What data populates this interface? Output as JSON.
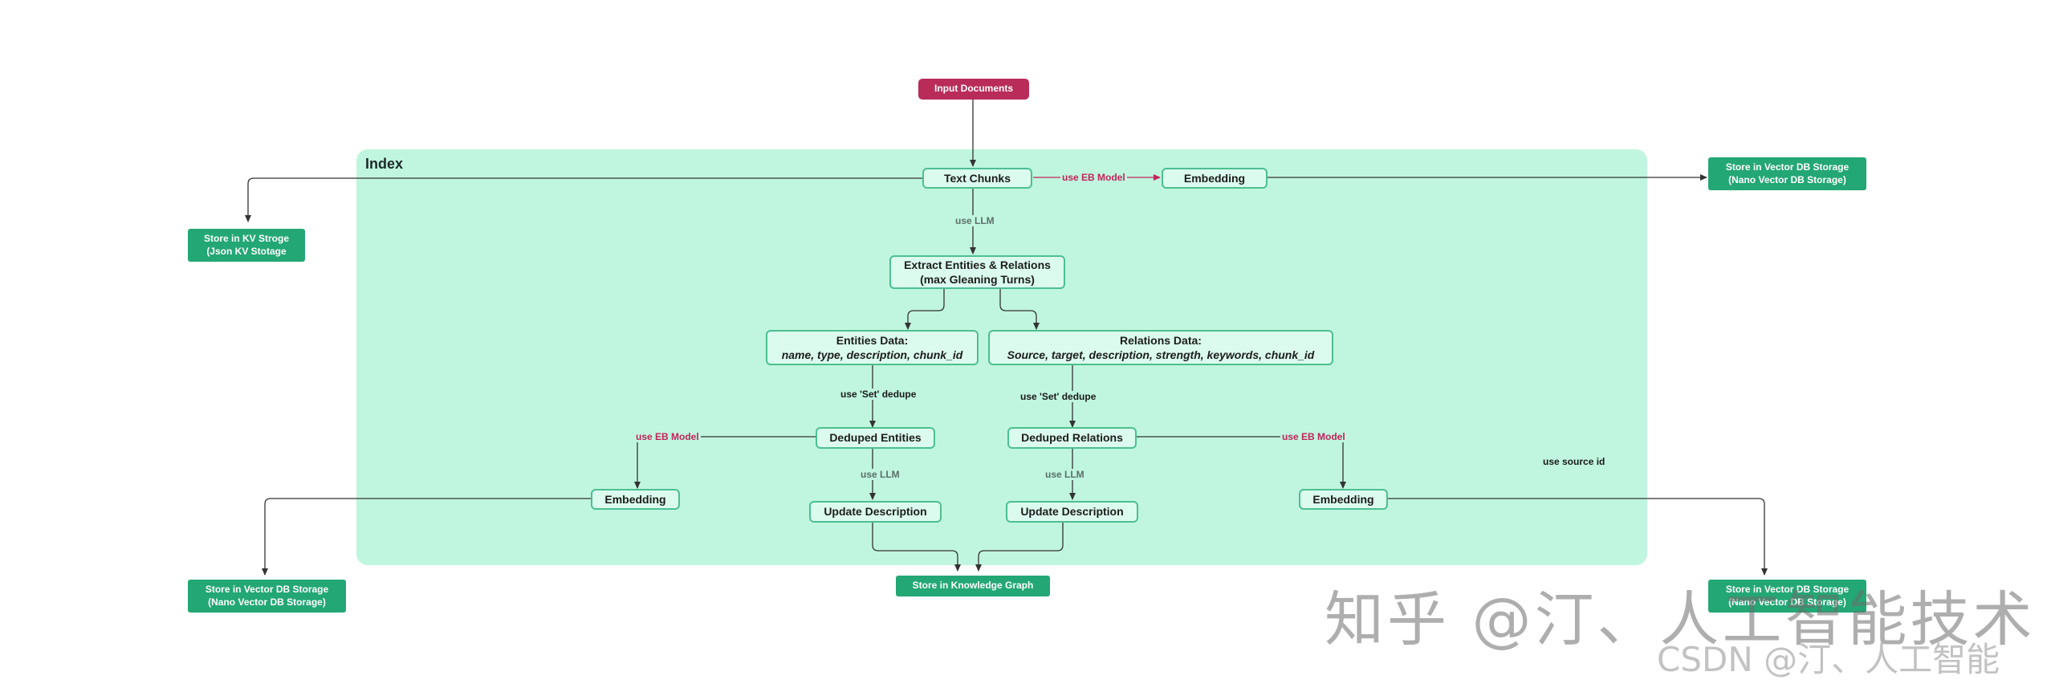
{
  "region": {
    "title": "Index"
  },
  "nodes": {
    "input_documents": "Input Documents",
    "text_chunks": "Text Chunks",
    "embedding_top": "Embedding",
    "store_vector_top": [
      "Store in Vector DB Storage",
      "(Nano Vector DB Storage)"
    ],
    "store_kv": [
      "Store in KV Stroge",
      "(Json KV Stotage"
    ],
    "extract": [
      "Extract Entities & Relations",
      "(max Gleaning Turns)"
    ],
    "entities_data": {
      "title": "Entities Data:",
      "fields": "name, type, description, chunk_id"
    },
    "relations_data": {
      "title": "Relations Data:",
      "fields": "Source, target, description, strength, keywords, chunk_id"
    },
    "deduped_entities": "Deduped Entities",
    "deduped_relations": "Deduped Relations",
    "embedding_left": "Embedding",
    "embedding_right": "Embedding",
    "update_desc_left": "Update Description",
    "update_desc_right": "Update Description",
    "store_vector_left": [
      "Store in Vector DB Storage",
      "(Nano Vector DB Storage)"
    ],
    "store_graph": "Store in Knowledge Graph",
    "store_vector_right": [
      "Store in Vector DB Storage",
      "(Nano Vector DB Storage)"
    ]
  },
  "edge_labels": {
    "use_eb_model_top": "use EB Model",
    "use_llm_1": "use LLM",
    "set_dedupe_left": "use 'Set' dedupe",
    "set_dedupe_right": "use 'Set' dedupe",
    "use_eb_model_left": "use EB Model",
    "use_eb_model_right": "use EB Model",
    "use_llm_left": "use LLM",
    "use_llm_right": "use LLM",
    "use_source_id": "use source id"
  },
  "watermark": {
    "line1": "知乎 @汀、人工智能技术",
    "line2": "CSDN @汀、人工智能"
  },
  "colors": {
    "region_fill": "#c0f6df",
    "node_border": "#4dbf92",
    "store_green": "#23a775",
    "input_magenta": "#b92c5a",
    "label_magenta": "#c1245a",
    "line": "#333333"
  }
}
